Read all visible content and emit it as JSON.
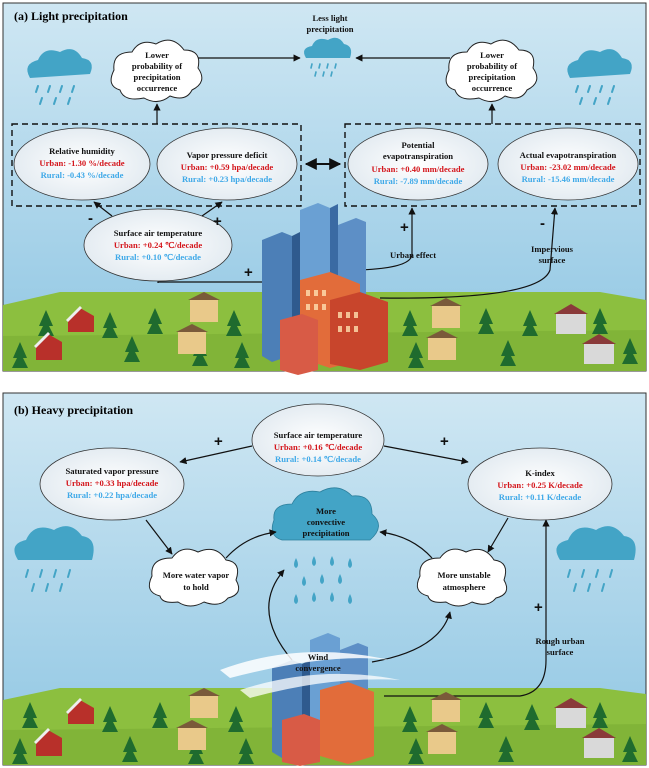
{
  "panel_a": {
    "title": "(a) Light precipitation",
    "less_light": [
      "Less light",
      "precipitation"
    ],
    "cloud_left": [
      "Lower",
      "probability of",
      "precipitation",
      "occurrence"
    ],
    "cloud_right": [
      "Lower",
      "probability of",
      "precipitation",
      "occurrence"
    ],
    "rh": {
      "title": "Relative humidity",
      "urban": "Urban: -1.30 %/decade",
      "rural": "Rural: -0.43 %/decade"
    },
    "vpd": {
      "title": "Vapor pressure deficit",
      "urban": "Urban: +0.59 hpa/decade",
      "rural": "Rural: +0.23 hpa/decade"
    },
    "pet": {
      "title1": "Potential",
      "title2": "evapotranspiration",
      "urban": "Urban: +0.40 mm/decade",
      "rural": "Rural: -7.89 mm/decade"
    },
    "aet": {
      "title": "Actual evapotranspiration",
      "urban": "Urban: -23.02 mm/decade",
      "rural": "Rural: -15.46 mm/decade"
    },
    "sat": {
      "title": "Surface air temperature",
      "urban": "Urban: +0.24 ℃/decade",
      "rural": "Rural: +0.10 ℃/decade"
    },
    "urban_effect": "Urban effect",
    "impervious": [
      "Impervious",
      "surface"
    ],
    "signs": {
      "rh": "-",
      "vpd": "+",
      "sat": "+",
      "pet": "+",
      "aet": "-"
    }
  },
  "panel_b": {
    "title": "(b) Heavy precipitation",
    "sat": {
      "title": "Surface air temperature",
      "urban": "Urban: +0.16 ℃/decade",
      "rural": "Rural: +0.14 ℃/decade"
    },
    "svp": {
      "title": "Saturated vapor pressure",
      "urban": "Urban: +0.33 hpa/decade",
      "rural": "Rural: +0.22 hpa/decade"
    },
    "kindex": {
      "title": "K-index",
      "urban": "Urban: +0.25 K/decade",
      "rural": "Rural: +0.11 K/decade"
    },
    "convective": [
      "More",
      "convective",
      "precipitation"
    ],
    "water_vapor": [
      "More water vapor",
      "to hold"
    ],
    "unstable": [
      "More unstable",
      "atmosphere"
    ],
    "wind": [
      "Wind",
      "convergence"
    ],
    "rough": [
      "Rough urban",
      "surface"
    ],
    "signs": {
      "left": "+",
      "right": "+",
      "rough": "+"
    }
  },
  "colors": {
    "sky": "#a9d4ea",
    "ground": "#8cbf3f",
    "urban_red": "#d4161c",
    "rural_blue": "#3fa9e8",
    "rain_cloud": "#43a4c6",
    "tree": "#1f6b2e"
  }
}
